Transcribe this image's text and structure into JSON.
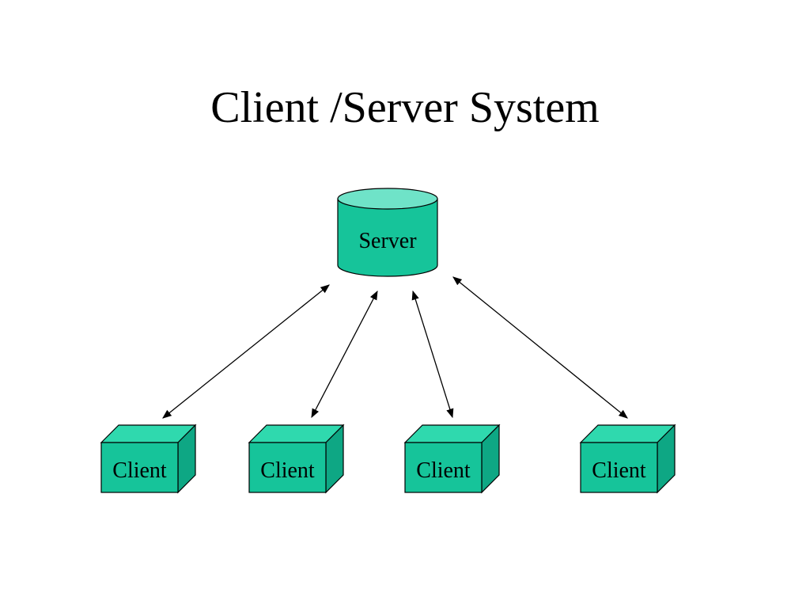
{
  "title": "Client /Server System",
  "colors": {
    "fill_front": "#16c49a",
    "fill_top": "#2fd9ae",
    "fill_side": "#0ea784",
    "server_top": "#6fe3c8",
    "stroke": "#000000"
  },
  "server": {
    "label": "Server",
    "icon": "database-cylinder-icon"
  },
  "clients": [
    {
      "label": "Client",
      "icon": "cube-icon"
    },
    {
      "label": "Client",
      "icon": "cube-icon"
    },
    {
      "label": "Client",
      "icon": "cube-icon"
    },
    {
      "label": "Client",
      "icon": "cube-icon"
    }
  ],
  "connections": [
    {
      "from": "server",
      "to": "client-1",
      "direction": "bidirectional"
    },
    {
      "from": "server",
      "to": "client-2",
      "direction": "bidirectional"
    },
    {
      "from": "server",
      "to": "client-3",
      "direction": "bidirectional"
    },
    {
      "from": "server",
      "to": "client-4",
      "direction": "bidirectional"
    }
  ]
}
